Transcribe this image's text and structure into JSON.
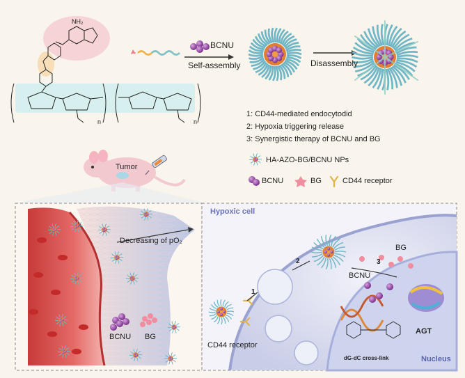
{
  "top": {
    "bcnu_label": "BCNU",
    "self_assembly_label": "Self-assembly",
    "disassembly_label": "Disassembly"
  },
  "steps": [
    "1: CD44-mediated endocytodid",
    "2: Hypoxia triggering release",
    "3: Synergistic therapy of BCNU and BG"
  ],
  "legend": {
    "np_label": "HA-AZO-BG/BCNU NPs",
    "bcnu_label": "BCNU",
    "bg_label": "BG",
    "cd44_label": "CD44 receptor"
  },
  "chem": {
    "nh2": "NH₂",
    "n_sub_1": "n",
    "n_sub_2": "n"
  },
  "mouse": {
    "tumor_label": "Tumor"
  },
  "vessel_panel": {
    "po2_label": "Decreasing of pO₂",
    "bcnu_label": "BCNU",
    "bg_label": "BG"
  },
  "cell_panel": {
    "hypoxic_label": "Hypoxic cell",
    "cd44_label": "CD44 receptor",
    "step1": "1",
    "step2": "2",
    "step3": "3",
    "bg_label": "BG",
    "bcnu_label": "BCNU",
    "crosslink_label": "dG-dC cross-link",
    "agt_label": "AGT",
    "nucleus_label": "Nucleus"
  },
  "colors": {
    "background": "#faf5ec",
    "bcnu": "#a353b0",
    "bg": "#f08ea0",
    "cd44": "#e0b545",
    "shell": "#6fb6c6",
    "vessel": "#d94848",
    "nucleus": "#cdd3ec",
    "cytoplasm": "#e4e6f3"
  }
}
